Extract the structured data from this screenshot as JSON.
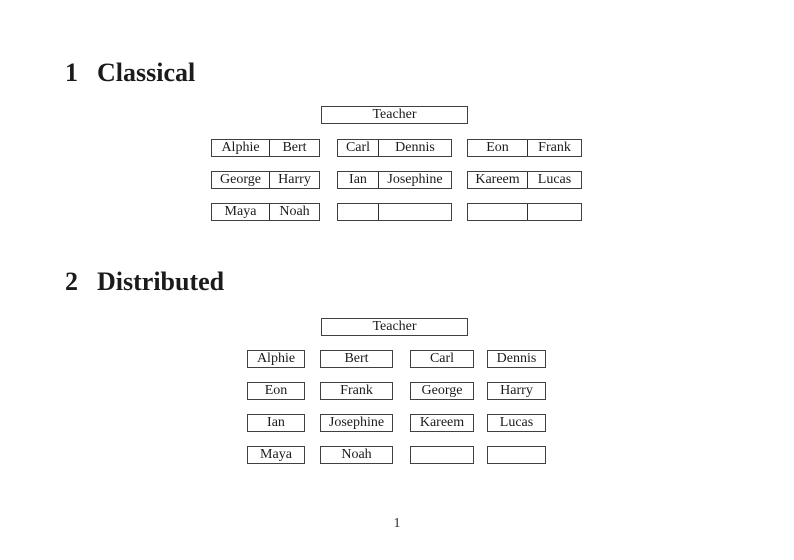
{
  "document": {
    "page_number": "1"
  },
  "classical": {
    "heading_number": "1",
    "heading_title": "Classical",
    "teacher_label": "Teacher",
    "rows": [
      {
        "desks": [
          {
            "left": "Alphie",
            "right": "Bert"
          },
          {
            "left": "Carl",
            "right": "Dennis"
          },
          {
            "left": "Eon",
            "right": "Frank"
          }
        ]
      },
      {
        "desks": [
          {
            "left": "George",
            "right": "Harry"
          },
          {
            "left": "Ian",
            "right": "Josephine"
          },
          {
            "left": "Kareem",
            "right": "Lucas"
          }
        ]
      },
      {
        "desks": [
          {
            "left": "Maya",
            "right": "Noah"
          },
          {
            "left": "",
            "right": ""
          },
          {
            "left": "",
            "right": ""
          }
        ]
      }
    ]
  },
  "distributed": {
    "heading_number": "2",
    "heading_title": "Distributed",
    "teacher_label": "Teacher",
    "rows": [
      [
        "Alphie",
        "Bert",
        "Carl",
        "Dennis"
      ],
      [
        "Eon",
        "Frank",
        "George",
        "Harry"
      ],
      [
        "Ian",
        "Josephine",
        "Kareem",
        "Lucas"
      ],
      [
        "Maya",
        "Noah",
        "",
        ""
      ]
    ]
  }
}
